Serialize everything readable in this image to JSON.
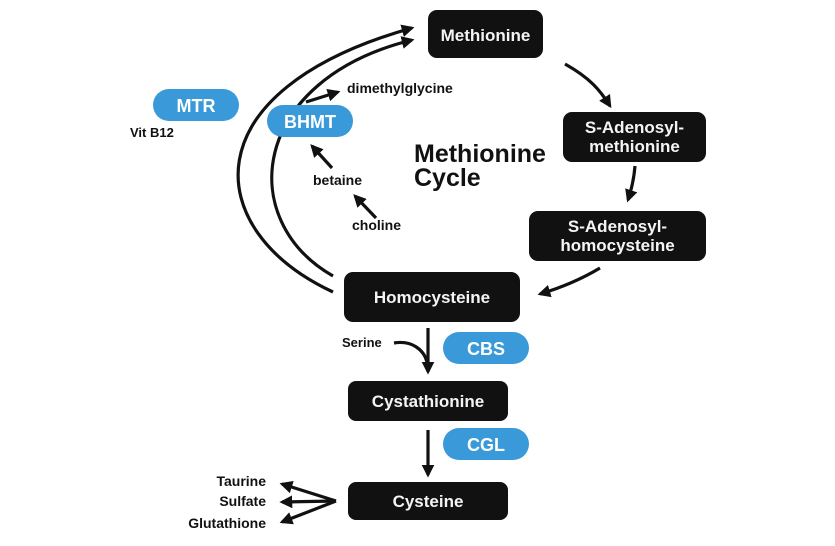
{
  "title": {
    "line1": "Methionine",
    "line2": "Cycle"
  },
  "metabolites": {
    "methionine": "Methionine",
    "sam": {
      "line1": "S-Adenosyl-",
      "line2": "methionine"
    },
    "sah": {
      "line1": "S-Adenosyl-",
      "line2": "homocysteine"
    },
    "homocysteine": "Homocysteine",
    "cystathionine": "Cystathionine",
    "cysteine": "Cysteine"
  },
  "enzymes": {
    "mtr": "MTR",
    "bhmt": "BHMT",
    "cbs": "CBS",
    "cgl": "CGL"
  },
  "labels": {
    "vit_b12": "Vit B12",
    "dimethylglycine": "dimethylglycine",
    "betaine": "betaine",
    "choline": "choline",
    "serine": "Serine",
    "taurine": "Taurine",
    "sulfate": "Sulfate",
    "glutathione": "Glutathione"
  },
  "colors": {
    "node_fill": "#111111",
    "enzyme_fill": "#3a9ad9",
    "text_on_node": "#f4f4f4"
  }
}
